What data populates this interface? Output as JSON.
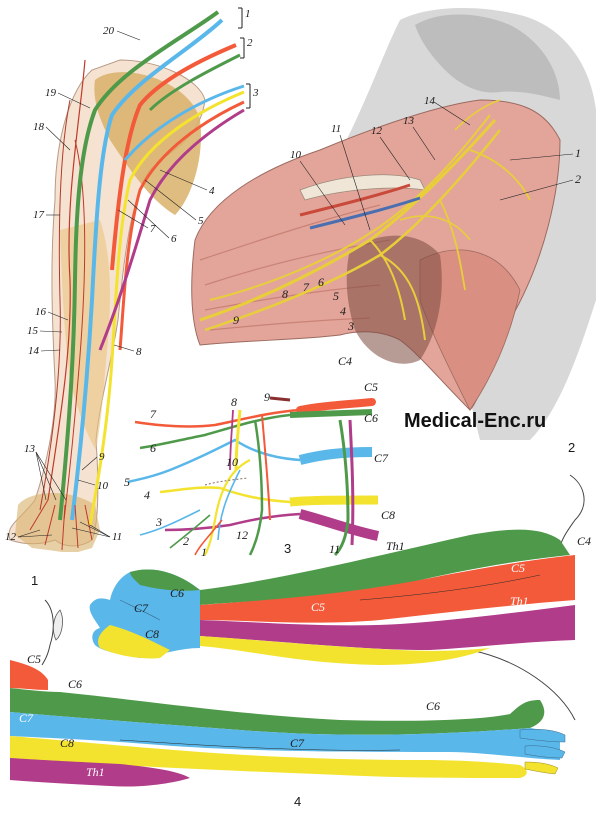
{
  "watermark": "Medical-Enc.ru",
  "figure_numbers": [
    "1",
    "2",
    "3",
    "4"
  ],
  "fig1_labels": [
    "1",
    "2",
    "3",
    "20",
    "19",
    "18",
    "17",
    "16",
    "15",
    "14",
    "4",
    "5",
    "6",
    "7",
    "8",
    "9",
    "10",
    "13",
    "12",
    "11"
  ],
  "fig2_labels": [
    "14",
    "13",
    "12",
    "11",
    "10",
    "1",
    "2",
    "9",
    "8",
    "7",
    "6",
    "5",
    "4",
    "3"
  ],
  "fig3_labels": [
    "7",
    "8",
    "9",
    "6",
    "10",
    "5",
    "4",
    "3",
    "2",
    "1",
    "12",
    "11"
  ],
  "fig3_roots": [
    "C4",
    "C5",
    "C6",
    "C7",
    "C8",
    "Th1"
  ],
  "fig4_upper_labels": [
    "C4",
    "C5",
    "C5",
    "Th1",
    "C6",
    "C7",
    "C8"
  ],
  "fig4_lower_labels": [
    "C5",
    "C6",
    "C6",
    "C7",
    "C7",
    "C8",
    "Th1"
  ],
  "colors": {
    "c5": "#f25a3a",
    "c6": "#4f9a4a",
    "c7": "#5ab7ea",
    "c8": "#f3e32e",
    "th1": "#b03c8a",
    "muscle": "#e3a59a",
    "bone": "#d9b06a",
    "nerve": "#e8cf3a"
  }
}
